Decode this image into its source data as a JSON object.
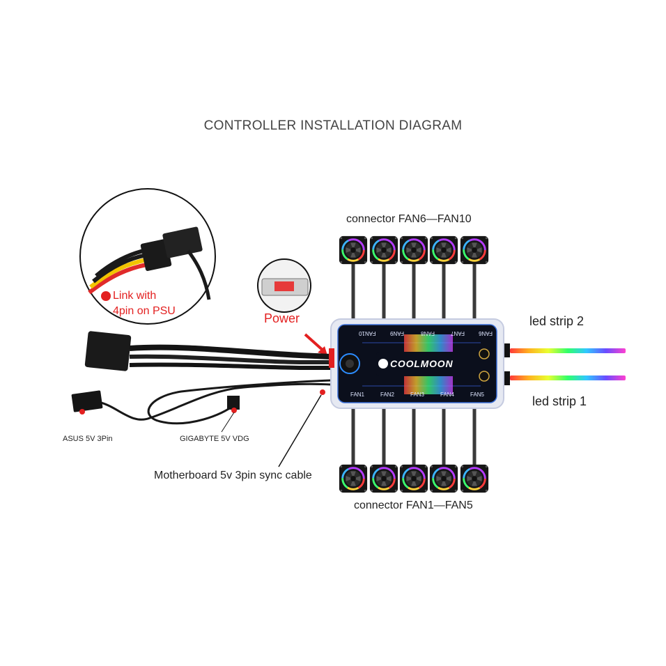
{
  "title": "CONTROLLER INSTALLATION DIAGRAM",
  "labels": {
    "connector_top": "connector  FAN6—FAN10",
    "connector_bottom": "connector  FAN1—FAN5",
    "led_strip_2": "led strip 2",
    "led_strip_1": "led strip 1",
    "power": "Power",
    "psu_line1": "Link with",
    "psu_line2": "4pin on PSU",
    "asus": "ASUS 5V 3Pin",
    "gigabyte": "GIGABYTE 5V  VDG",
    "sync_cable": "Motherboard 5v 3pin sync cable"
  },
  "hub": {
    "brand": "COOLMOON",
    "fan_labels_bottom": [
      "FAN1",
      "FAN2",
      "FAN3",
      "FAN4",
      "FAN5"
    ],
    "fan_labels_top": [
      "FAN10",
      "FAN9",
      "FAN8",
      "FAN7",
      "FAN6"
    ]
  },
  "colors": {
    "marker_red": "#e32020",
    "hub_body": "#0b0f1c",
    "hub_border": "#3a6fd8"
  }
}
